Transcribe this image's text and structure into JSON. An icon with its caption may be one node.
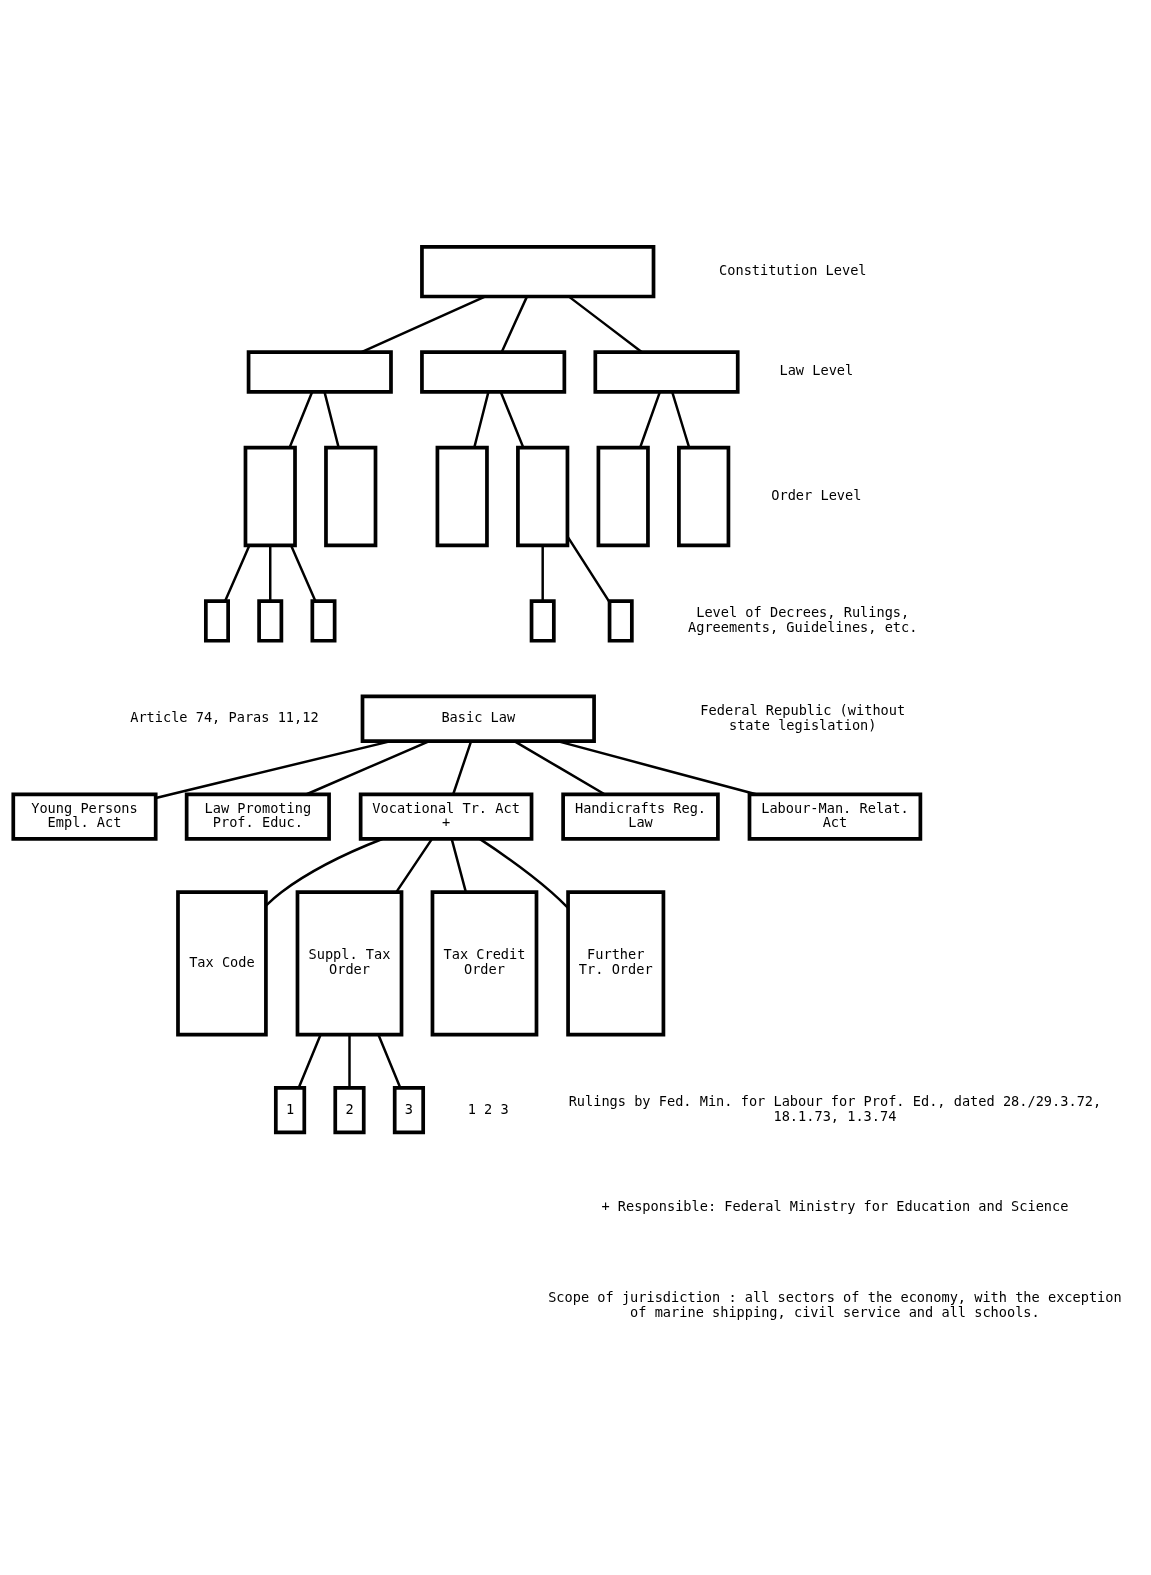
{
  "diagram": {
    "nodes": [
      {
        "text": [],
        "shape": "box"
      },
      {
        "text": [],
        "shape": "box"
      },
      {
        "text": [],
        "shape": "box"
      },
      {
        "text": [],
        "shape": "box"
      },
      {
        "text": [],
        "shape": "box"
      },
      {
        "text": [],
        "shape": "box"
      },
      {
        "text": [],
        "shape": "box"
      },
      {
        "text": [],
        "shape": "box"
      },
      {
        "text": [],
        "shape": "box"
      },
      {
        "text": [],
        "shape": "box"
      },
      {
        "text": [],
        "shape": "box"
      },
      {
        "text": [],
        "shape": "box"
      },
      {
        "text": [],
        "shape": "box"
      },
      {
        "text": [],
        "shape": "box"
      },
      {
        "text": [],
        "shape": "box"
      },
      {
        "text": [
          "Basic Law"
        ],
        "beside": [
          "Article 74, Paras 11,12"
        ]
      },
      {
        "text": [
          "Young Persons Empl. Act"
        ]
      },
      {
        "text": [
          "Law Promoting Prof. Educ."
        ]
      },
      {
        "text": [
          "Vocational Tr. Act +"
        ]
      },
      {
        "text": [
          "Handicrafts Reg. Law"
        ]
      },
      {
        "text": [
          "Labour-Man. Relat. Act"
        ]
      },
      {
        "text": [
          "Tax Code"
        ]
      },
      {
        "text": [
          "Suppl. Tax Order"
        ]
      },
      {
        "text": [
          "Tax Credit Order"
        ]
      },
      {
        "text": [
          "Further Tr. Order"
        ]
      },
      {
        "text": [
          "1"
        ]
      },
      {
        "text": [
          "2"
        ]
      },
      {
        "text": [
          "3"
        ]
      }
    ],
    "edges": [
      {
        "from": 0,
        "to": 1,
        "arrow": "none"
      },
      {
        "from": 0,
        "to": 2,
        "arrow": "none"
      },
      {
        "from": 0,
        "to": 3,
        "arrow": "none"
      },
      {
        "from": 1,
        "to": 4,
        "arrow": "none"
      },
      {
        "from": 1,
        "to": 5,
        "arrow": "none"
      },
      {
        "from": 2,
        "to": 6,
        "arrow": "none"
      },
      {
        "from": 2,
        "to": 7,
        "arrow": "none"
      },
      {
        "from": 3,
        "to": 8,
        "arrow": "none"
      },
      {
        "from": 3,
        "to": 9,
        "arrow": "none"
      },
      {
        "from": 4,
        "to": 10,
        "arrow": "none"
      },
      {
        "from": 4,
        "to": 11,
        "arrow": "none"
      },
      {
        "from": 4,
        "to": 12,
        "arrow": "none"
      },
      {
        "from": 7,
        "to": 13,
        "arrow": "none"
      },
      {
        "from": 7,
        "to": 14,
        "arrow": "none"
      },
      {
        "from": 15,
        "to": 16,
        "arrow": "none"
      },
      {
        "from": 15,
        "to": 17,
        "arrow": "none"
      },
      {
        "from": 15,
        "to": 18,
        "arrow": "none"
      },
      {
        "from": 15,
        "to": 19,
        "arrow": "none"
      },
      {
        "from": 15,
        "to": 20,
        "arrow": "none"
      },
      {
        "from": 18,
        "to": 21,
        "arrow": "none"
      },
      {
        "from": 18,
        "to": 22,
        "arrow": "none"
      },
      {
        "from": 18,
        "to": 23,
        "arrow": "none"
      },
      {
        "from": 18,
        "to": 24,
        "arrow": "none"
      },
      {
        "from": 22,
        "to": 25,
        "arrow": "none"
      },
      {
        "from": 22,
        "to": 26,
        "arrow": "none"
      },
      {
        "from": 22,
        "to": 27,
        "arrow": "none"
      }
    ],
    "labels": [
      "Constitution Level",
      "Law Level",
      "Order Level",
      "Level of Decrees, Rulings, Agreements, Guidelines, etc.",
      "Federal Republic (without state legislation)",
      "1 2 3",
      "Rulings by Fed. Min. for Labour for Prof. Ed., dated 28./29.3.72, 18.1.73, 1.3.74",
      "+ Responsible: Federal Ministry for Education and Science",
      "Scope of jurisdiction : all sectors of the economy, with the exception of marine shipping, civil service and all schools."
    ]
  }
}
